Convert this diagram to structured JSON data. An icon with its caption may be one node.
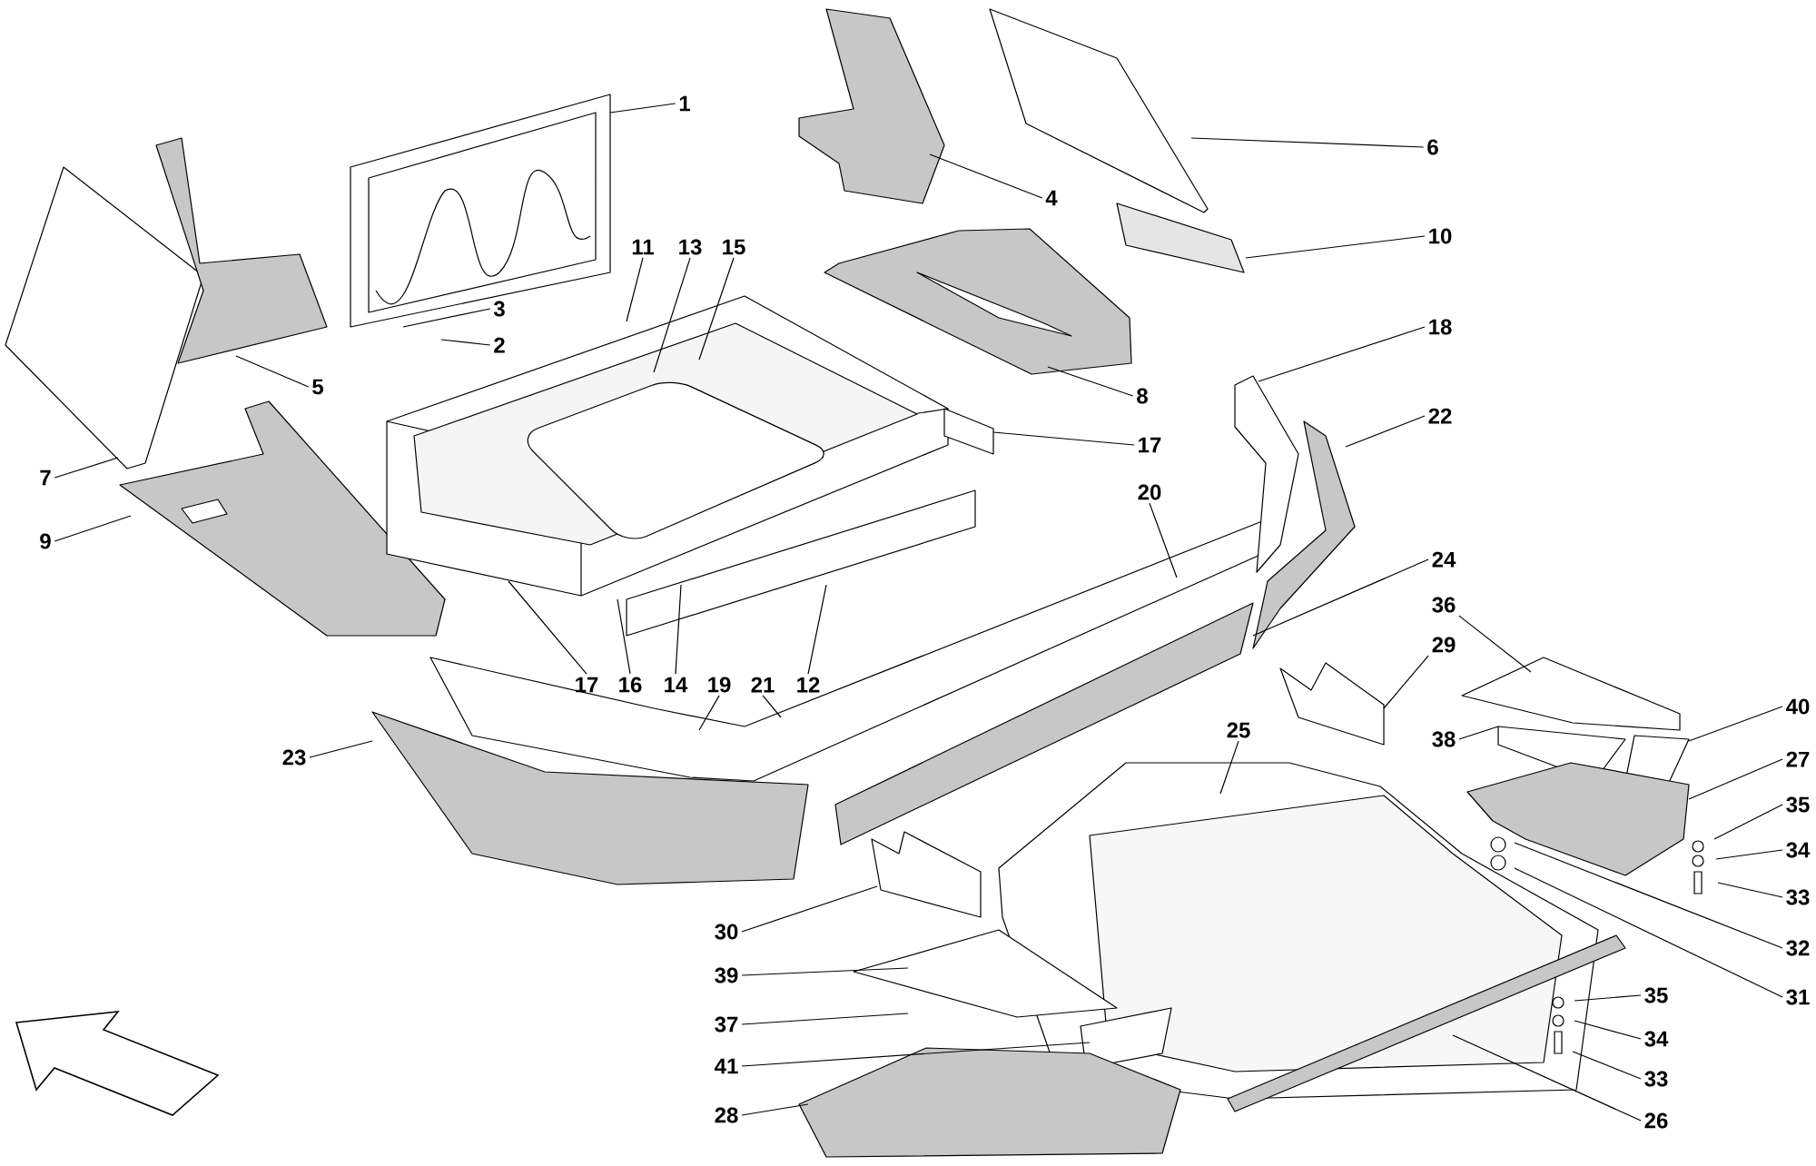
{
  "diagram": {
    "nodes": [
      {
        "text": [
          "1"
        ]
      },
      {
        "text": [
          "6"
        ]
      },
      {
        "text": [
          "4"
        ]
      },
      {
        "text": [
          "10"
        ]
      },
      {
        "text": [
          "11"
        ]
      },
      {
        "text": [
          "13"
        ]
      },
      {
        "text": [
          "15"
        ]
      },
      {
        "text": [
          "3"
        ]
      },
      {
        "text": [
          "18"
        ]
      },
      {
        "text": [
          "2"
        ]
      },
      {
        "text": [
          "5"
        ]
      },
      {
        "text": [
          "8"
        ]
      },
      {
        "text": [
          "22"
        ]
      },
      {
        "text": [
          "17"
        ]
      },
      {
        "text": [
          "7"
        ]
      },
      {
        "text": [
          "20"
        ]
      },
      {
        "text": [
          "9"
        ]
      },
      {
        "text": [
          "24"
        ]
      },
      {
        "text": [
          "36"
        ]
      },
      {
        "text": [
          "29"
        ]
      },
      {
        "text": [
          "17"
        ]
      },
      {
        "text": [
          "16"
        ]
      },
      {
        "text": [
          "14"
        ]
      },
      {
        "text": [
          "19"
        ]
      },
      {
        "text": [
          "21"
        ]
      },
      {
        "text": [
          "12"
        ]
      },
      {
        "text": [
          "40"
        ]
      },
      {
        "text": [
          "25"
        ]
      },
      {
        "text": [
          "38"
        ]
      },
      {
        "text": [
          "23"
        ]
      },
      {
        "text": [
          "27"
        ]
      },
      {
        "text": [
          "35"
        ]
      },
      {
        "text": [
          "34"
        ]
      },
      {
        "text": [
          "33"
        ]
      },
      {
        "text": [
          "30"
        ]
      },
      {
        "text": [
          "32"
        ]
      },
      {
        "text": [
          "39"
        ]
      },
      {
        "text": [
          "35"
        ]
      },
      {
        "text": [
          "31"
        ]
      },
      {
        "text": [
          "37"
        ]
      },
      {
        "text": [
          "34"
        ]
      },
      {
        "text": [
          "41"
        ]
      },
      {
        "text": [
          "33"
        ]
      },
      {
        "text": [
          "28"
        ]
      },
      {
        "text": [
          "26"
        ]
      }
    ],
    "edges": [
      {
        "from": 0,
        "to": null,
        "arrow": "none"
      },
      {
        "from": 1,
        "to": null,
        "arrow": "none"
      },
      {
        "from": 2,
        "to": null,
        "arrow": "none"
      },
      {
        "from": 3,
        "to": null,
        "arrow": "none"
      },
      {
        "from": 4,
        "to": null,
        "arrow": "none"
      },
      {
        "from": 5,
        "to": null,
        "arrow": "none"
      },
      {
        "from": 6,
        "to": null,
        "arrow": "none"
      },
      {
        "from": 7,
        "to": null,
        "arrow": "none"
      },
      {
        "from": 8,
        "to": null,
        "arrow": "none"
      },
      {
        "from": 9,
        "to": null,
        "arrow": "none"
      },
      {
        "from": 10,
        "to": null,
        "arrow": "none"
      },
      {
        "from": 11,
        "to": null,
        "arrow": "none"
      },
      {
        "from": 12,
        "to": null,
        "arrow": "none"
      },
      {
        "from": 13,
        "to": null,
        "arrow": "none"
      },
      {
        "from": 14,
        "to": null,
        "arrow": "none"
      },
      {
        "from": 15,
        "to": null,
        "arrow": "none"
      },
      {
        "from": 16,
        "to": null,
        "arrow": "none"
      },
      {
        "from": 17,
        "to": null,
        "arrow": "none"
      },
      {
        "from": 18,
        "to": null,
        "arrow": "none"
      },
      {
        "from": 19,
        "to": null,
        "arrow": "none"
      },
      {
        "from": 20,
        "to": null,
        "arrow": "none"
      },
      {
        "from": 21,
        "to": null,
        "arrow": "none"
      },
      {
        "from": 22,
        "to": null,
        "arrow": "none"
      },
      {
        "from": 23,
        "to": null,
        "arrow": "none"
      },
      {
        "from": 24,
        "to": null,
        "arrow": "none"
      },
      {
        "from": 25,
        "to": null,
        "arrow": "none"
      },
      {
        "from": 26,
        "to": null,
        "arrow": "none"
      },
      {
        "from": 27,
        "to": null,
        "arrow": "none"
      },
      {
        "from": 28,
        "to": null,
        "arrow": "none"
      },
      {
        "from": 29,
        "to": null,
        "arrow": "none"
      },
      {
        "from": 30,
        "to": null,
        "arrow": "none"
      },
      {
        "from": 31,
        "to": null,
        "arrow": "none"
      },
      {
        "from": 32,
        "to": null,
        "arrow": "none"
      },
      {
        "from": 33,
        "to": null,
        "arrow": "none"
      },
      {
        "from": 34,
        "to": null,
        "arrow": "none"
      },
      {
        "from": 35,
        "to": null,
        "arrow": "none"
      },
      {
        "from": 36,
        "to": null,
        "arrow": "none"
      },
      {
        "from": 37,
        "to": null,
        "arrow": "none"
      },
      {
        "from": 38,
        "to": null,
        "arrow": "none"
      },
      {
        "from": 39,
        "to": null,
        "arrow": "none"
      },
      {
        "from": 40,
        "to": null,
        "arrow": "none"
      },
      {
        "from": 41,
        "to": null,
        "arrow": "none"
      },
      {
        "from": 42,
        "to": null,
        "arrow": "none"
      },
      {
        "from": 43,
        "to": null,
        "arrow": "none"
      },
      {
        "from": 44,
        "to": null,
        "arrow": "none"
      }
    ]
  }
}
